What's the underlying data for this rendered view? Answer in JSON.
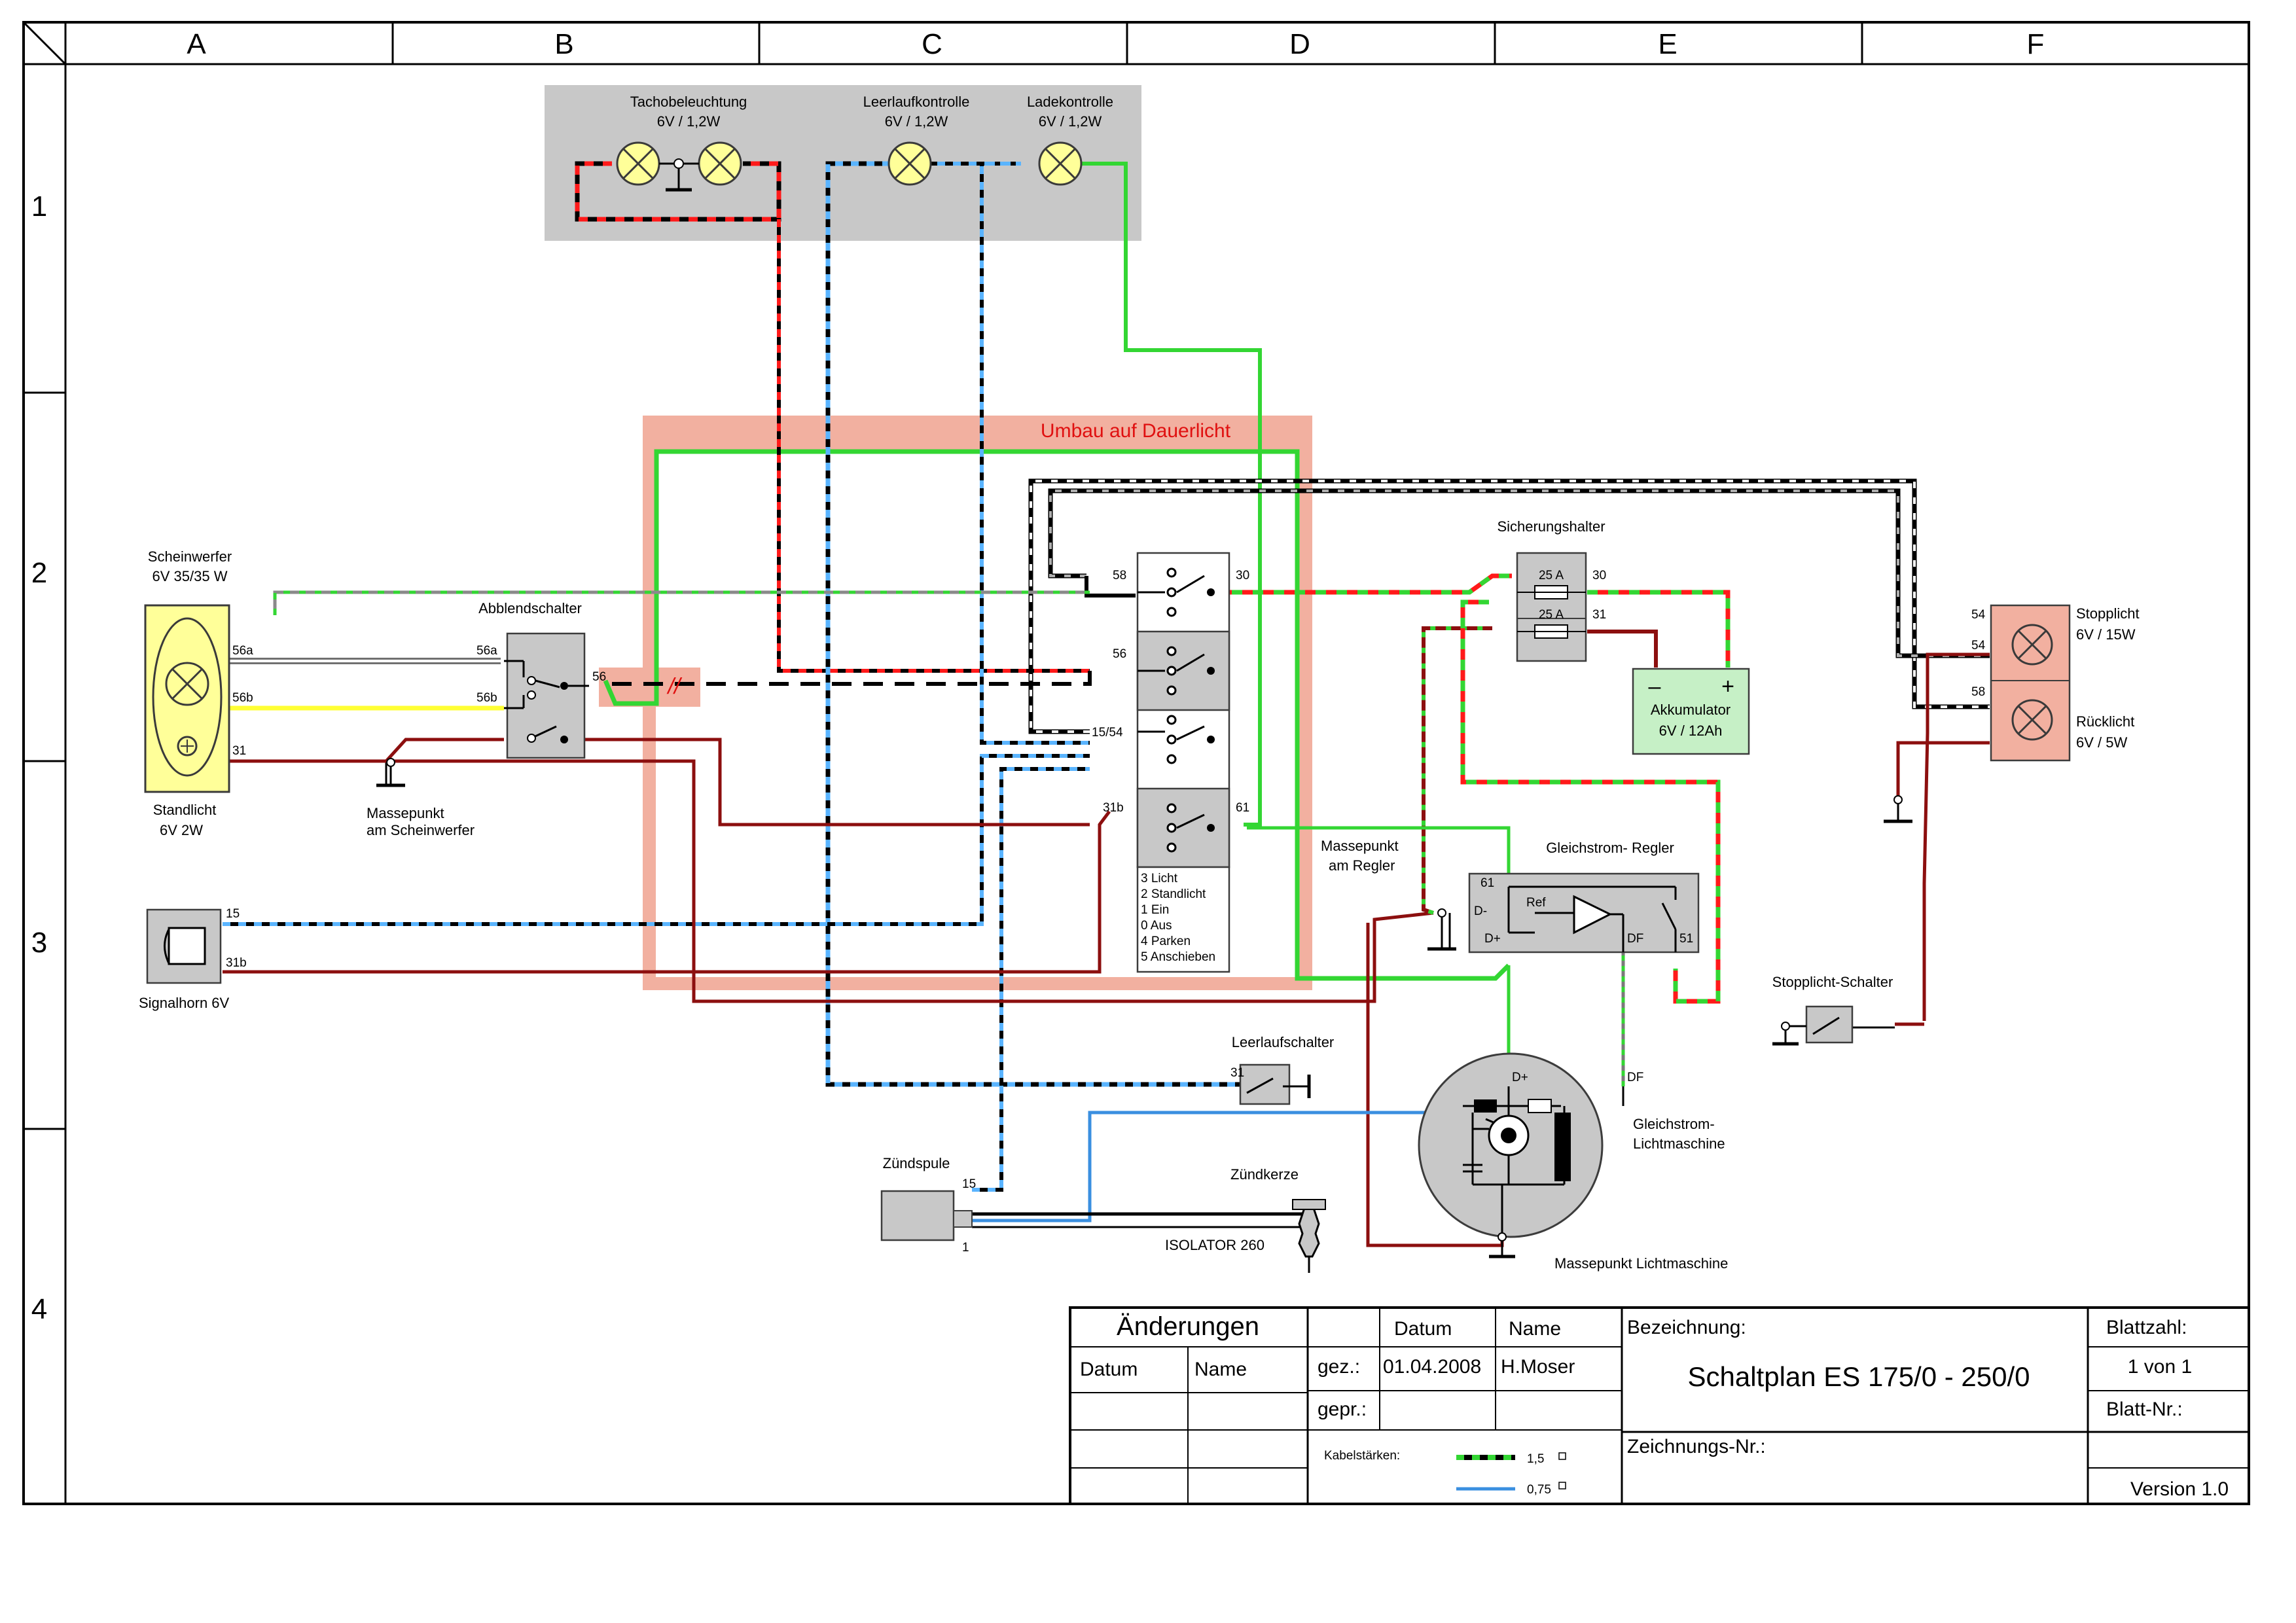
{
  "frame": {
    "columns": [
      "A",
      "B",
      "C",
      "D",
      "E",
      "F"
    ],
    "rows": [
      "1",
      "2",
      "3",
      "4"
    ]
  },
  "components": {
    "tacho_title": "Tachobeleuchtung",
    "tacho_rating": "6V / 1,2W",
    "leerlauf_title": "Leerlaufkontrolle",
    "leerlauf_rating": "6V / 1,2W",
    "lade_title": "Ladekontrolle",
    "lade_rating": "6V / 1,2W",
    "umbau": "Umbau auf Dauerlicht",
    "scheinwerfer_title": "Scheinwerfer",
    "scheinwerfer_rating": "6V 35/35 W",
    "standlicht_title": "Standlicht",
    "standlicht_rating": "6V 2W",
    "abblend": "Abblendschalter",
    "masse_sw_1": "Massepunkt",
    "masse_sw_2": "am Scheinwerfer",
    "signalhorn": "Signalhorn   6V",
    "sicherung": "Sicherungshalter",
    "fuse1": "25 A",
    "fuse2": "25 A",
    "akku_minus": "–",
    "akku_plus": "+",
    "akku_title": "Akkumulator",
    "akku_rating": "6V / 12Ah",
    "stopp_title": "Stopplicht",
    "stopp_rating": "6V / 15W",
    "rueck_title": "Rücklicht",
    "rueck_rating": "6V / 5W",
    "regler": "Gleichstrom- Regler",
    "ref": "Ref",
    "masse_regler_1": "Massepunkt",
    "masse_regler_2": "am Regler",
    "stopp_schalter": "Stopplicht-Schalter",
    "leerlauf_schalter": "Leerlaufschalter",
    "lima_1": "Gleichstrom-",
    "lima_2": "Lichtmaschine",
    "masse_lima": "Massepunkt  Lichtmaschine",
    "zuendspule": "Zündspule",
    "zuendkerze": "Zündkerze",
    "isolator": "ISOLATOR 260",
    "switch_legend": [
      "3 Licht",
      "2 Standlicht",
      "1 Ein",
      "0 Aus",
      "4 Parken",
      "5 Anschieben"
    ]
  },
  "pins": {
    "p56a_l": "56a",
    "p56b_l": "56b",
    "p31_l": "31",
    "p56a_r": "56a",
    "p56b_r": "56b",
    "p56_ab": "56",
    "p58": "58",
    "p30": "30",
    "p56": "56",
    "p1554": "15/54",
    "p31b": "31b",
    "p61": "61",
    "f30": "30",
    "f31": "31",
    "h15": "15",
    "h31b": "31b",
    "s54a": "54",
    "s54b": "54",
    "s58": "58",
    "r61": "61",
    "rDm": "D-",
    "rDp": "D+",
    "rDF": "DF",
    "r51": "51",
    "lDp": "D+",
    "lDF": "DF",
    "ll31": "31",
    "z15": "15",
    "z1": "1",
    "break": "//"
  },
  "title_block": {
    "aenderungen": "Änderungen",
    "datum_col": "Datum",
    "name_col": "Name",
    "datum_hdr": "Datum",
    "name_hdr": "Name",
    "gez": "gez.:",
    "gez_datum": "01.04.2008",
    "gez_name": "H.Moser",
    "gepr": "gepr.:",
    "bezeichnung": "Bezeichnung:",
    "title": "Schaltplan ES 175/0 - 250/0",
    "blattzahl": "Blattzahl:",
    "blattzahl_value": "1 von 1",
    "blatt_nr": "Blatt-Nr.:",
    "zeichnungs_nr": "Zeichnungs-Nr.:",
    "version": "Version 1.0",
    "kabel_label": "Kabelstärken:",
    "kabel_1": "1,5",
    "kabel_2": "0,75"
  },
  "colors": {
    "green": "#33d633",
    "red": "#ff1a1a",
    "darkred": "#8c0f0f",
    "blue": "#3a8fe0",
    "yellow": "#ffff33",
    "gray_box": "#c8c8c8",
    "salmon": "#f2b0a0",
    "light_yellow": "#ffff99",
    "akku_green": "#c6f0c6"
  }
}
